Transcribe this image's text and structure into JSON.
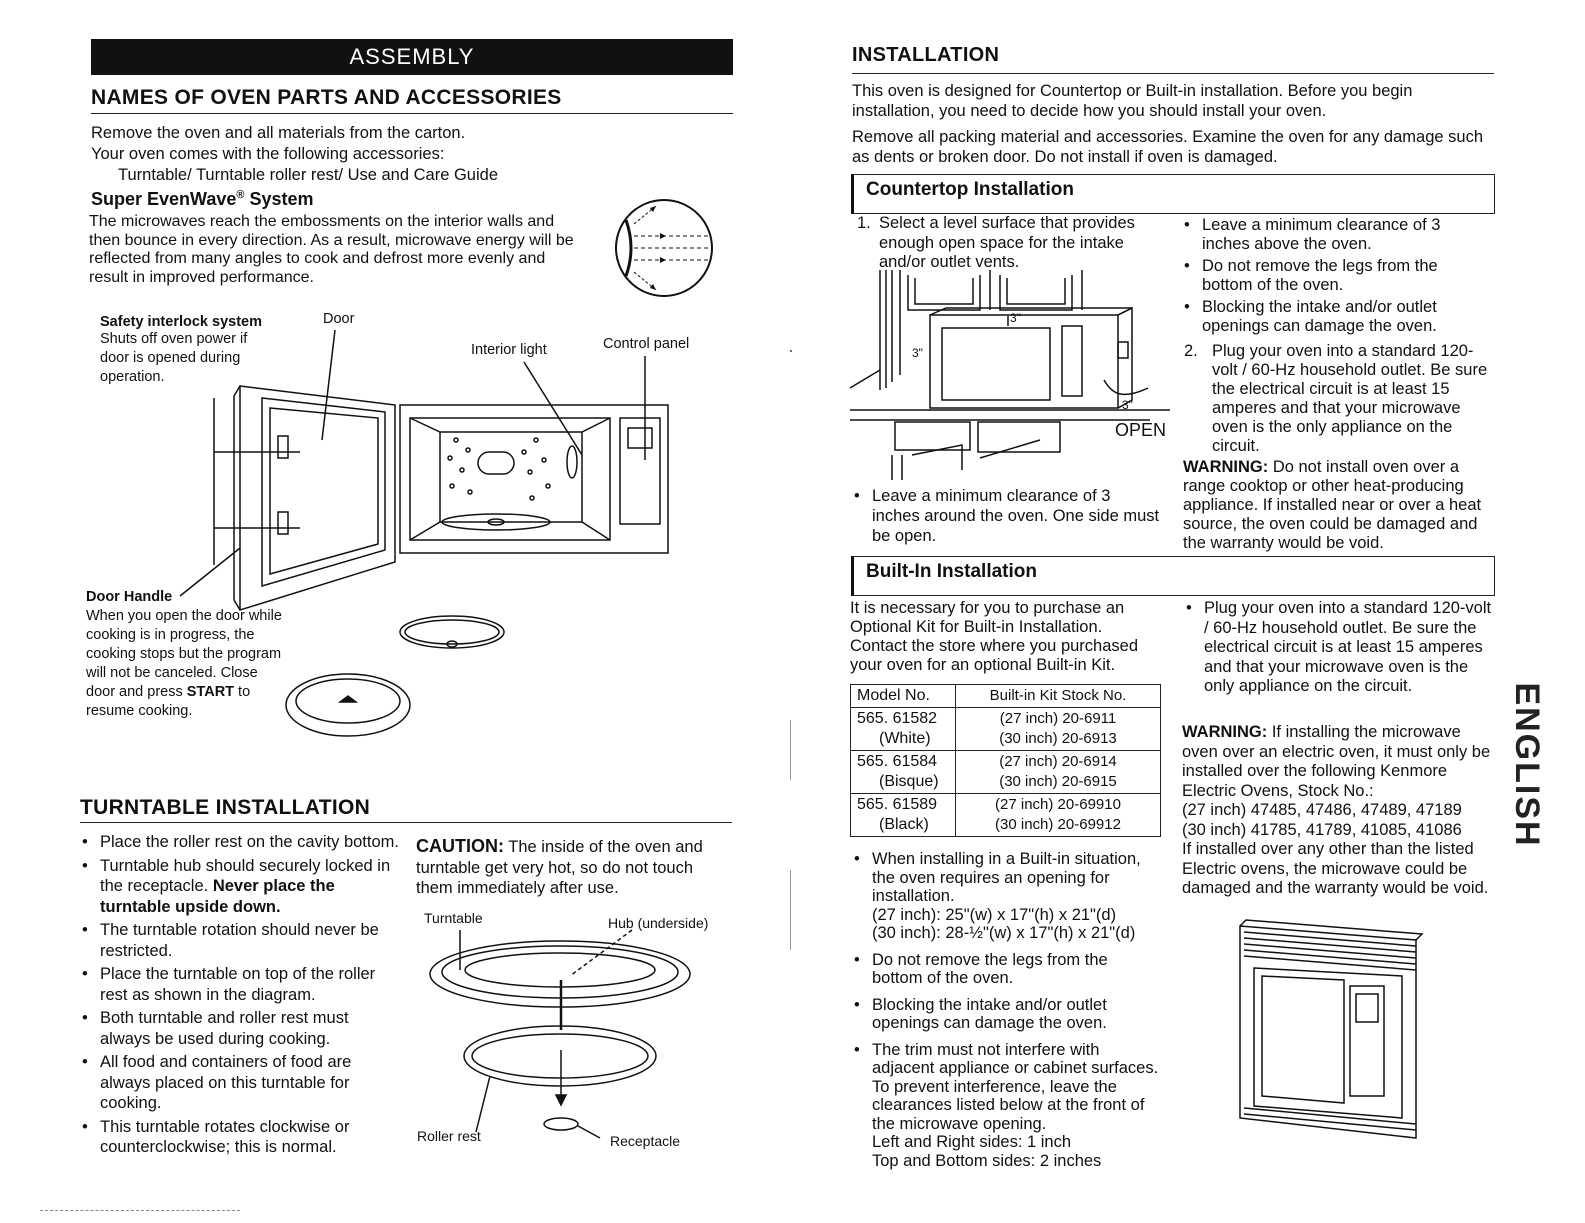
{
  "left": {
    "assembly_bar": "ASSEMBLY",
    "names_title": "NAMES OF OVEN PARTS AND ACCESSORIES",
    "intro1": "Remove the oven and all materials from the carton.",
    "intro2": "Your oven comes with the following accessories:",
    "intro3": "Turntable/ Turntable roller rest/ Use and Care Guide",
    "evenwave_title": "Super EvenWave",
    "evenwave_reg": "®",
    "evenwave_title2": " System",
    "evenwave_text": "The microwaves reach the embossments on the interior walls and then bounce in every direction. As a result, microwave energy will be reflected from many angles to cook and defrost more evenly and result in improved performance.",
    "safety_title": "Safety interlock system",
    "safety_text": "Shuts off oven power if door is opened during operation.",
    "label_door": "Door",
    "label_interior_light": "Interior light",
    "label_control_panel": "Control panel",
    "door_handle_title": "Door Handle",
    "door_handle_text1": "When you open the door while cooking is in progress, the cooking stops but the program will not be canceled. Close door and press ",
    "door_handle_start": "START",
    "door_handle_text2": " to resume cooking.",
    "turntable_title": "TURNTABLE INSTALLATION",
    "turntable_bullets": [
      "Place the roller rest on the cavity bottom.",
      "Turntable hub should securely locked in the receptacle. ",
      "The turntable rotation should never be restricted.",
      "Place the turntable on top of the roller rest as shown in the diagram.",
      "Both turntable and roller rest must always be used during cooking.",
      "All food and containers of food are always placed on this turntable for cooking.",
      "This turntable rotates clockwise or counterclockwise; this is normal."
    ],
    "turntable_bold": "Never place the turntable upside down.",
    "caution_label": "CAUTION:",
    "caution_text": " The inside of the oven and turntable get very hot, so do not touch them immediately after use.",
    "label_turntable": "Turntable",
    "label_hub": "Hub (underside)",
    "label_roller_rest": "Roller rest",
    "label_receptacle": "Receptacle"
  },
  "right": {
    "installation_title": "INSTALLATION",
    "install_p1": "This oven is designed for Countertop or Built-in installation. Before you begin installation, you need to decide how you should install your oven.",
    "install_p2": "Remove all packing material and accessories. Examine the oven for any damage such as dents or broken door. Do not install if oven is damaged.",
    "countertop_title": "Countertop Installation",
    "ct_step1": "Select a level surface that provides enough open space for the intake and/or outlet vents.",
    "ct_bullet_left": "Leave a minimum clearance of 3 inches around the oven. One side must be open.",
    "ct_bullets_right": [
      "Leave a minimum clearance of 3 inches above the oven.",
      "Do not remove the legs from the bottom of the oven.",
      "Blocking the intake and/or outlet openings can damage the oven."
    ],
    "ct_step2": "Plug your oven into a standard 120-volt / 60-Hz household outlet. Be sure the electrical circuit is at least 15 amperes and that your microwave oven is the only appliance on the circuit.",
    "ct_warning_label": "WARNING:",
    "ct_warning_text": " Do not install oven over a range cooktop or other heat-producing appliance. If installed near or over a heat source, the oven could be damaged and the warranty would be void.",
    "label_3in_top": "3\"",
    "label_3in_left": "3\"",
    "label_3in_right": "3\"",
    "label_open": "OPEN",
    "builtin_title": "Built-In Installation",
    "bi_text": "It is necessary for you to purchase an Optional Kit for Built-in Installation. Contact the store where you purchased your oven for an optional Built-in Kit.",
    "kit_table": {
      "headers": [
        "Model No.",
        "Built-in Kit Stock No."
      ],
      "rows": [
        {
          "model": "565. 61582",
          "color": "(White)",
          "kit1": "(27 inch) 20-6911",
          "kit2": "(30 inch) 20-6913"
        },
        {
          "model": "565. 61584",
          "color": "(Bisque)",
          "kit1": "(27 inch) 20-6914",
          "kit2": "(30 inch) 20-6915"
        },
        {
          "model": "565. 61589",
          "color": "(Black)",
          "kit1": "(27 inch) 20-69910",
          "kit2": "(30 inch) 20-69912"
        }
      ]
    },
    "bi_bullets": [
      "When installing in a Built-in situation, the oven requires an opening for installation.",
      "Do not remove the legs from the bottom of the oven.",
      "Blocking the intake and/or outlet openings can damage the oven.",
      "The trim must not interfere with adjacent appliance or cabinet surfaces. To prevent interference, leave the clearances listed below at the front of the microwave opening."
    ],
    "bi_dim_27": "(27 inch): 25\"(w) x 17\"(h) x 21\"(d)",
    "bi_dim_30": "(30 inch): 28-½\"(w) x 17\"(h) x 21\"(d)",
    "bi_lr": "Left and Right sides: 1 inch",
    "bi_tb": "Top and Bottom sides: 2 inches",
    "bi_right_bullet": "Plug your oven into a standard 120-volt / 60-Hz household outlet. Be sure the electrical circuit is at least 15 amperes and that your microwave oven is the only appliance on the circuit.",
    "bi_warning_label": "WARNING:",
    "bi_warning_text": " If installing the microwave oven over an electric oven, it must only be installed over the following Kenmore Electric Ovens, Stock No.:",
    "bi_stock_27": "(27 inch) 47485, 47486, 47489, 47189",
    "bi_stock_30": "(30 inch) 41785, 41789, 41085, 41086",
    "bi_warning_tail": "If installed over any other than the listed Electric ovens, the microwave could be damaged and the warranty would be void.",
    "side_tab": "ENGLISH"
  }
}
